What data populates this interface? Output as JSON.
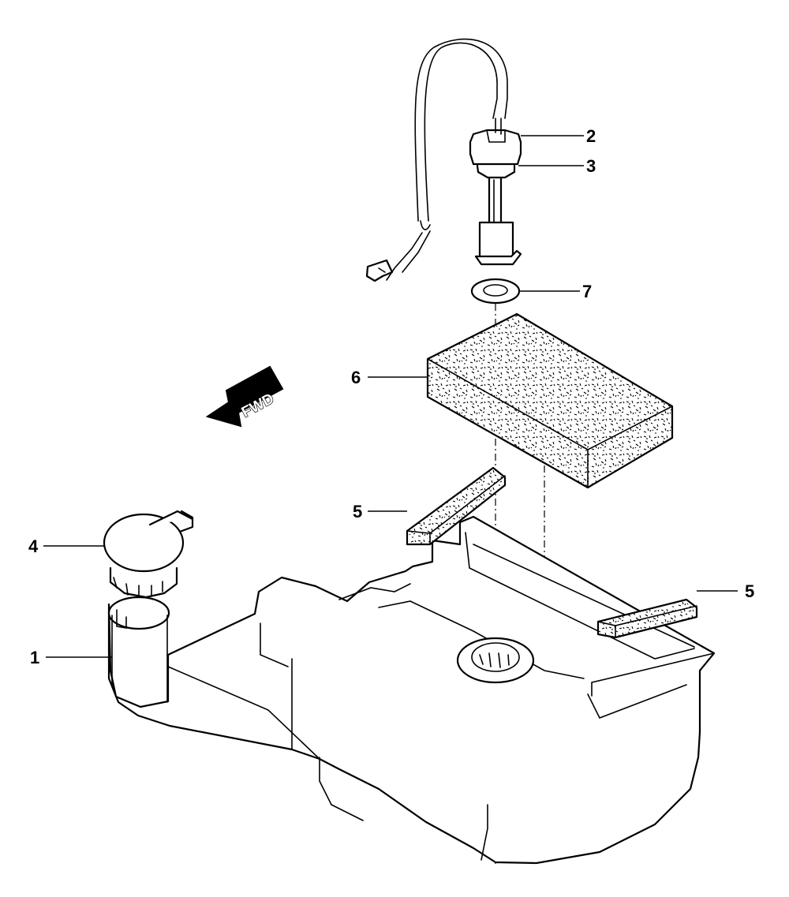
{
  "direction_label": "FWD",
  "callouts": {
    "tank": "1",
    "sender_cap": "2",
    "sender_thread": "3",
    "filler_cap": "4",
    "pad_left": "5",
    "pad_right": "5",
    "foam_block": "6",
    "gasket": "7"
  },
  "colors": {
    "line": "#000000",
    "background": "#ffffff"
  }
}
